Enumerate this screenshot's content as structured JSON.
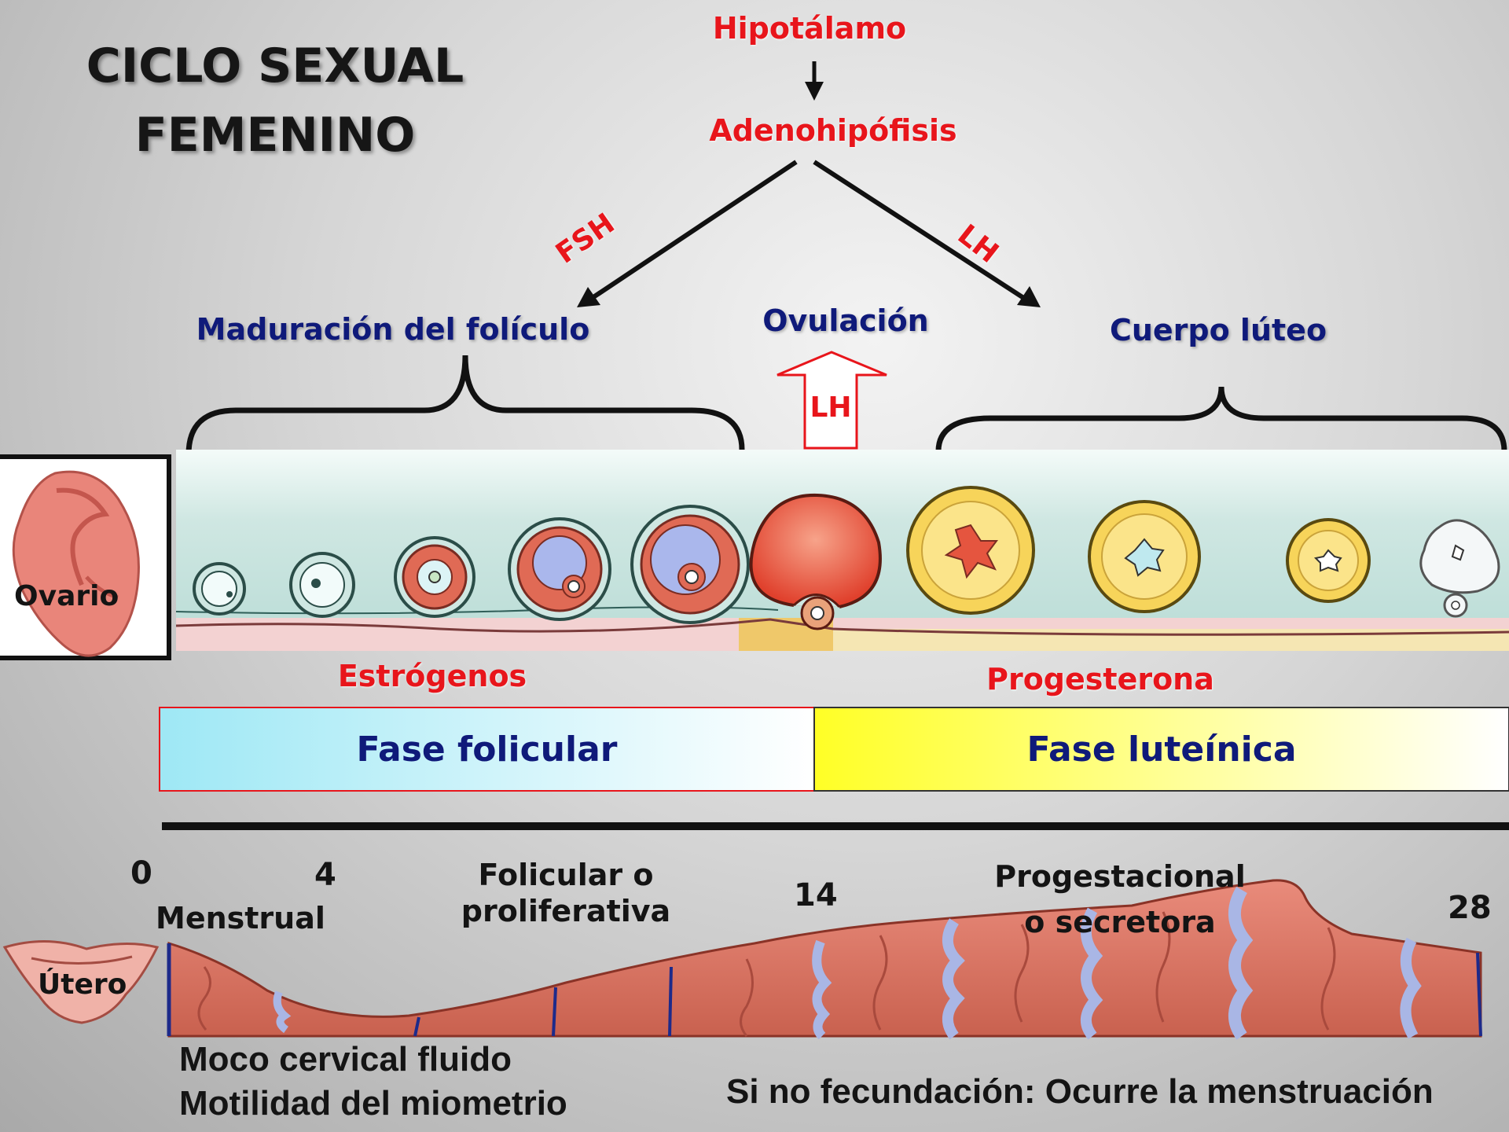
{
  "title": {
    "line1": "CICLO SEXUAL",
    "line2": "FEMENINO"
  },
  "hormones": {
    "hipotalamo": "Hipotálamo",
    "adenohipofisis": "Adenohipófisis",
    "fsh": "FSH",
    "lh_right": "LH",
    "lh_arrow": "LH",
    "estrogenos": "Estrógenos",
    "progesterona": "Progesterona"
  },
  "ovarian_events": {
    "maduracion": "Maduración del folículo",
    "ovulacion": "Ovulación",
    "cuerpo_luteo": "Cuerpo lúteo"
  },
  "organs": {
    "ovario": "Ovario",
    "utero": "Útero"
  },
  "phases": {
    "folicular": "Fase folicular",
    "luteinica": "Fase luteínica"
  },
  "days": {
    "d0": "0",
    "d4": "4",
    "d14": "14",
    "d28": "28"
  },
  "endometrial_phases": {
    "menstrual": "Menstrual",
    "proliferativa_1": "Folicular o",
    "proliferativa_2": "proliferativa",
    "secretora_1": "Progestacional",
    "secretora_2": "o secretora"
  },
  "notes": {
    "moco": "Moco cervical fluido",
    "motilidad": "Motilidad del miometrio",
    "menstruacion": "Si no fecundación: Ocurre la menstruación"
  },
  "colors": {
    "hormone_red": "#e8151b",
    "label_navy": "#0f1a7a",
    "follicular_blue": "#9ee8f5",
    "luteal_yellow": "#ffff26",
    "endometrium": "#d9786b"
  }
}
